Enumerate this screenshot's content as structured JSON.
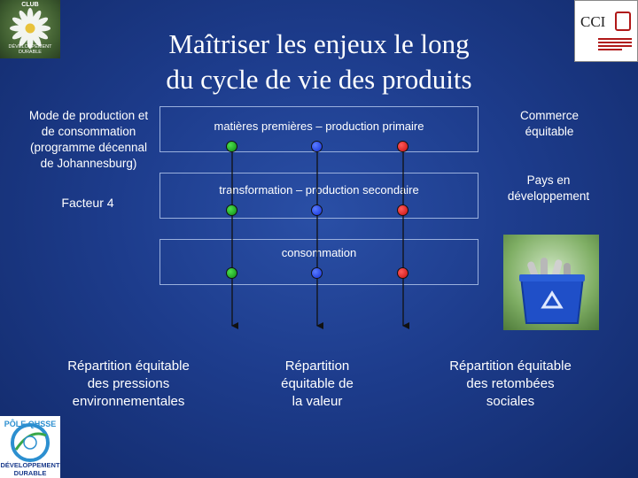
{
  "title": {
    "line1": "Maîtriser les enjeux le long",
    "line2": "du cycle de vie des produits"
  },
  "left_notes": {
    "mode": "Mode de production et de consommation (programme décennal de Johannesburg)",
    "mode_lines": [
      "Mode de production et",
      "de consommation",
      "(programme décennal",
      "de Johannesburg)"
    ],
    "facteur": "Facteur 4"
  },
  "right_notes": {
    "commerce_lines": [
      "Commerce",
      "équitable"
    ],
    "pays_lines": [
      "Pays en",
      "développement"
    ]
  },
  "stages": [
    {
      "label": "matières premières – production primaire"
    },
    {
      "label": "transformation – production secondaire"
    },
    {
      "label": "consommation"
    }
  ],
  "outcomes": [
    {
      "lines": [
        "Répartition équitable",
        "des pressions",
        "environnementales"
      ],
      "color": "#1c9a1c"
    },
    {
      "lines": [
        "Répartition",
        "équitable de",
        "la valeur"
      ],
      "color": "#1a3cf0"
    },
    {
      "lines": [
        "Répartition équitable",
        "des retombées",
        "sociales"
      ],
      "color": "#e01818"
    }
  ],
  "logos": {
    "club_top": "CLUB",
    "club_bottom": "DÉVELOPPEMENT DURABLE",
    "cci": "CCI",
    "qhsse_ring": "PÔLE QHSSE",
    "qhsse_bottom1": "DÉVELOPPEMENT",
    "qhsse_bottom2": "DURABLE"
  }
}
